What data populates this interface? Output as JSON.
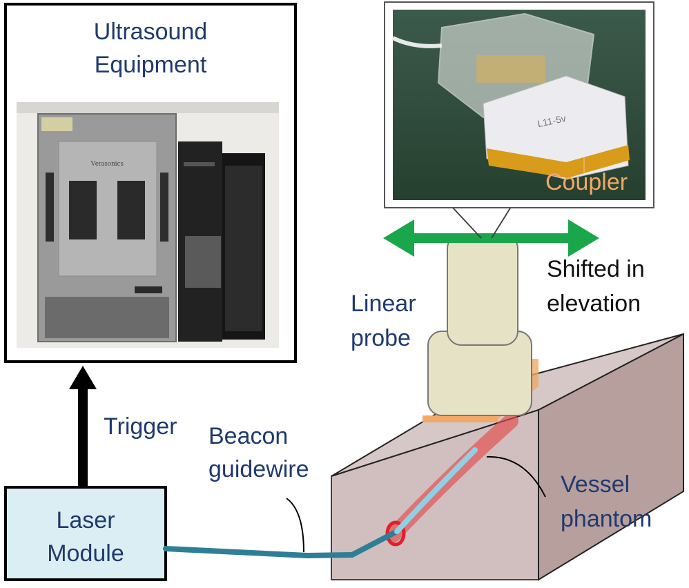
{
  "ultrasound_box": {
    "title_line1": "Ultrasound",
    "title_line2": "Equipment",
    "device_brand": "Verasonics"
  },
  "laser_box": {
    "line1": "Laser",
    "line2": "Module"
  },
  "trigger_label": "Trigger",
  "beacon_label": {
    "line1": "Beacon",
    "line2": "guidewire"
  },
  "probe_label": {
    "line1": "Linear",
    "line2": "probe"
  },
  "shift_label": {
    "line1": "Shifted in",
    "line2": "elevation"
  },
  "vessel_label": {
    "line1": "Vessel",
    "line2": "phantom"
  },
  "inset": {
    "coupler_label": "Coupler",
    "probe_model": "L11-5v"
  },
  "colors": {
    "text_blue": "#1f3a6e",
    "laser_fill": "#dbeef4",
    "arrow_green": "#1aa64a",
    "guidewire": "#2e7f96",
    "guidewire_light": "#8fd0e6",
    "vessel": "#e34b4b",
    "phantom": "#c8b4b3",
    "probe": "#e6e2c6",
    "coupler": "#f0a968"
  }
}
